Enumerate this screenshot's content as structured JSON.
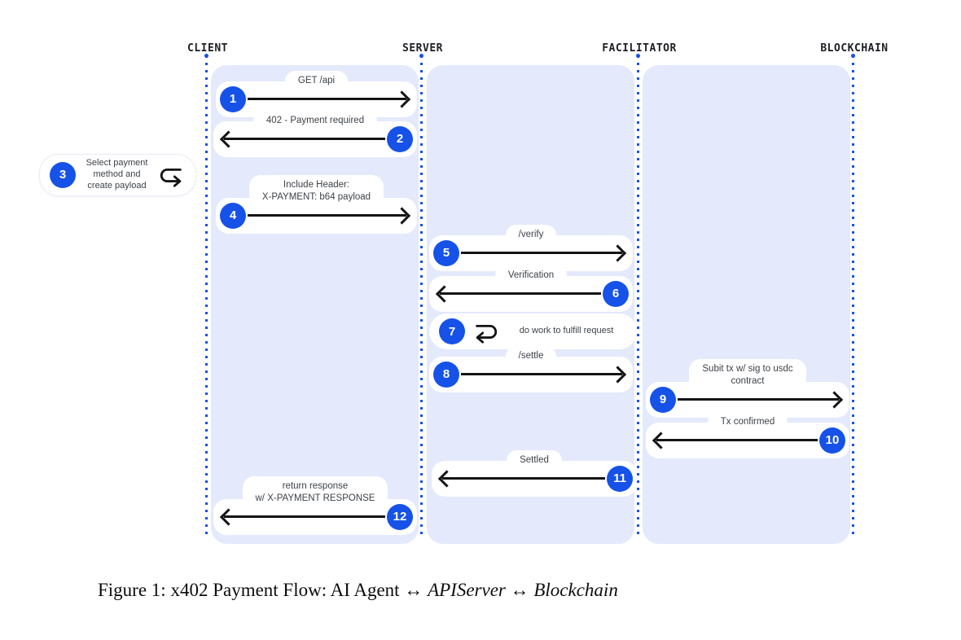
{
  "diagram": {
    "actors": [
      {
        "label": "CLIENT"
      },
      {
        "label": "SERVER"
      },
      {
        "label": "FACILITATOR"
      },
      {
        "label": "BLOCKCHAIN"
      }
    ],
    "messages": [
      {
        "num": "1",
        "label": "GET /api",
        "from": "CLIENT",
        "to": "SERVER",
        "kind": "arrow-right"
      },
      {
        "num": "2",
        "label": "402 - Payment required",
        "from": "SERVER",
        "to": "CLIENT",
        "kind": "arrow-left"
      },
      {
        "num": "3",
        "label": "Select payment\nmethod and\ncreate payload",
        "from": "CLIENT",
        "to": "CLIENT",
        "kind": "self"
      },
      {
        "num": "4",
        "label": "Include Header:\nX-PAYMENT: b64 payload",
        "from": "CLIENT",
        "to": "SERVER",
        "kind": "arrow-right"
      },
      {
        "num": "5",
        "label": "/verify",
        "from": "SERVER",
        "to": "FACILITATOR",
        "kind": "arrow-right"
      },
      {
        "num": "6",
        "label": "Verification",
        "from": "FACILITATOR",
        "to": "SERVER",
        "kind": "arrow-left"
      },
      {
        "num": "7",
        "label": "do work to fulfill request",
        "from": "SERVER",
        "to": "SERVER",
        "kind": "self"
      },
      {
        "num": "8",
        "label": "/settle",
        "from": "SERVER",
        "to": "FACILITATOR",
        "kind": "arrow-right"
      },
      {
        "num": "9",
        "label": "Subit tx w/ sig to usdc\ncontract",
        "from": "FACILITATOR",
        "to": "BLOCKCHAIN",
        "kind": "arrow-right"
      },
      {
        "num": "10",
        "label": "Tx confirmed",
        "from": "BLOCKCHAIN",
        "to": "FACILITATOR",
        "kind": "arrow-left"
      },
      {
        "num": "11",
        "label": "Settled",
        "from": "FACILITATOR",
        "to": "SERVER",
        "kind": "arrow-left"
      },
      {
        "num": "12",
        "label": "return response\nw/ X-PAYMENT RESPONSE",
        "from": "SERVER",
        "to": "CLIENT",
        "kind": "arrow-left"
      }
    ],
    "caption": {
      "prefix": "Figure 1: x402 Payment Flow: AI Agent",
      "arrow": "↔",
      "server": "APIServer",
      "blockchain": "Blockchain"
    },
    "colors": {
      "accent_blue": "#1652e8",
      "panel_bg": "#e4e9fb",
      "arrow_black": "#141414",
      "message_text": "#3d4248"
    }
  }
}
